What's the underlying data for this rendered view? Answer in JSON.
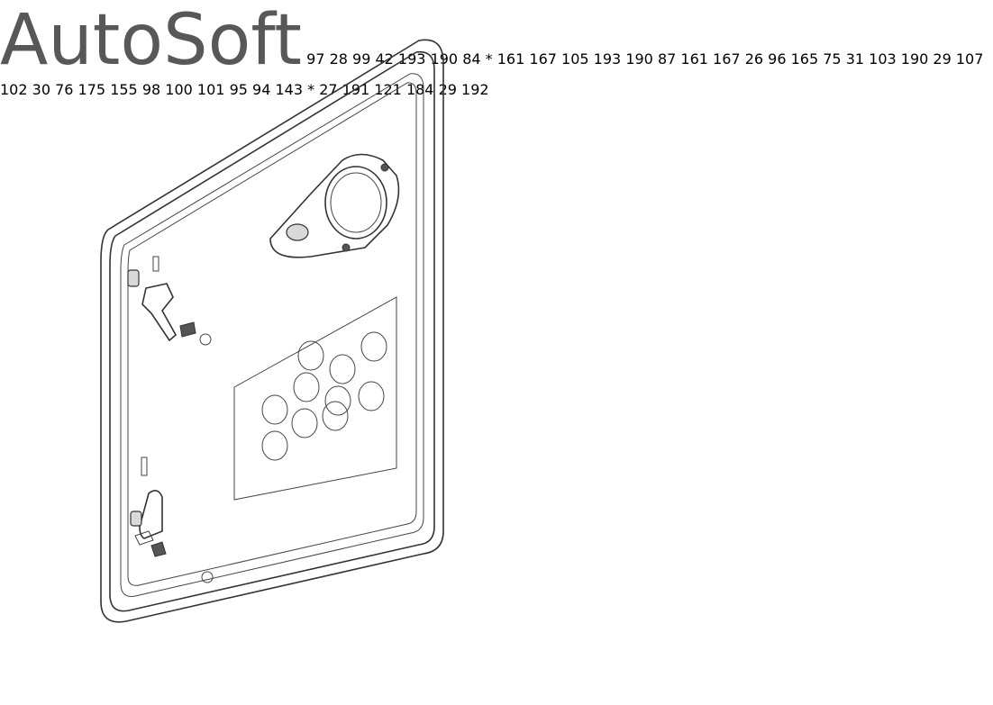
{
  "watermark": "AutoSoft",
  "callouts": {
    "c97": "97",
    "c28": "28",
    "c99": "99",
    "c42": "42",
    "c193a": "193",
    "c190a": "190",
    "c84": "84",
    "cstar1": "*",
    "c161a": "161",
    "c167a": "167",
    "c105": "105",
    "c193b": "193",
    "c190b": "190",
    "c87": "87",
    "c161b": "161",
    "c167b": "167",
    "c26": "26",
    "c96": "96",
    "c165": "165",
    "c75": "75",
    "c31": "31",
    "c103": "103",
    "c190c": "190",
    "c29a": "29",
    "c107": "107",
    "c102": "102",
    "c30": "30",
    "c76": "76",
    "c175": "175",
    "c155": "155",
    "c98": "98",
    "c100": "100",
    "c101": "101",
    "c95": "95",
    "c94": "94",
    "c143": "143",
    "cstar2": "*",
    "c27": "27",
    "c191": "191",
    "c121": "121",
    "c184": "184",
    "c29b": "29",
    "c192": "192"
  }
}
